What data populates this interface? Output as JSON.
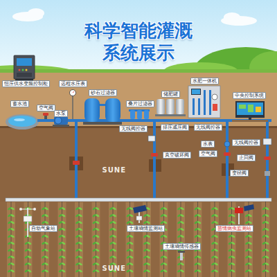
{
  "diagram": {
    "title": "科学智能灌溉 系统展示",
    "nodes": [
      {
        "text": [
          "水肥一体机"
        ]
      },
      {
        "text": [
          "恒压供水变频控制柜"
        ]
      },
      {
        "text": [
          "远程水压表"
        ]
      },
      {
        "text": [
          "储肥罐"
        ]
      },
      {
        "text": [
          "砂石过滤器"
        ]
      },
      {
        "text": [
          "中央控制系统"
        ]
      },
      {
        "text": [
          "蓄水池"
        ]
      },
      {
        "text": [
          "叠片过滤器"
        ]
      },
      {
        "text": [
          "空气阀"
        ]
      },
      {
        "text": [
          "水泵"
        ]
      },
      {
        "text": [
          "排压减压阀"
        ]
      },
      {
        "text": [
          "无线阀控器"
        ]
      },
      {
        "text": [
          "无线阀控器"
        ]
      },
      {
        "text": [
          "无线阀控器"
        ]
      },
      {
        "text": [
          "水表"
        ]
      },
      {
        "text": [
          "空气阀"
        ]
      },
      {
        "text": [
          "真空破坏阀"
        ]
      },
      {
        "text": [
          "止回阀"
        ]
      },
      {
        "text": [
          "变径阀"
        ]
      },
      {
        "text": [
          "自动气象站"
        ]
      },
      {
        "text": [
          "土壤墒情监测站"
        ]
      },
      {
        "text": [
          "苗情病虫监测站"
        ]
      },
      {
        "text": [
          "土壤墒情传感器"
        ]
      }
    ],
    "labels": [
      "SUNE",
      "SUNE"
    ]
  }
}
